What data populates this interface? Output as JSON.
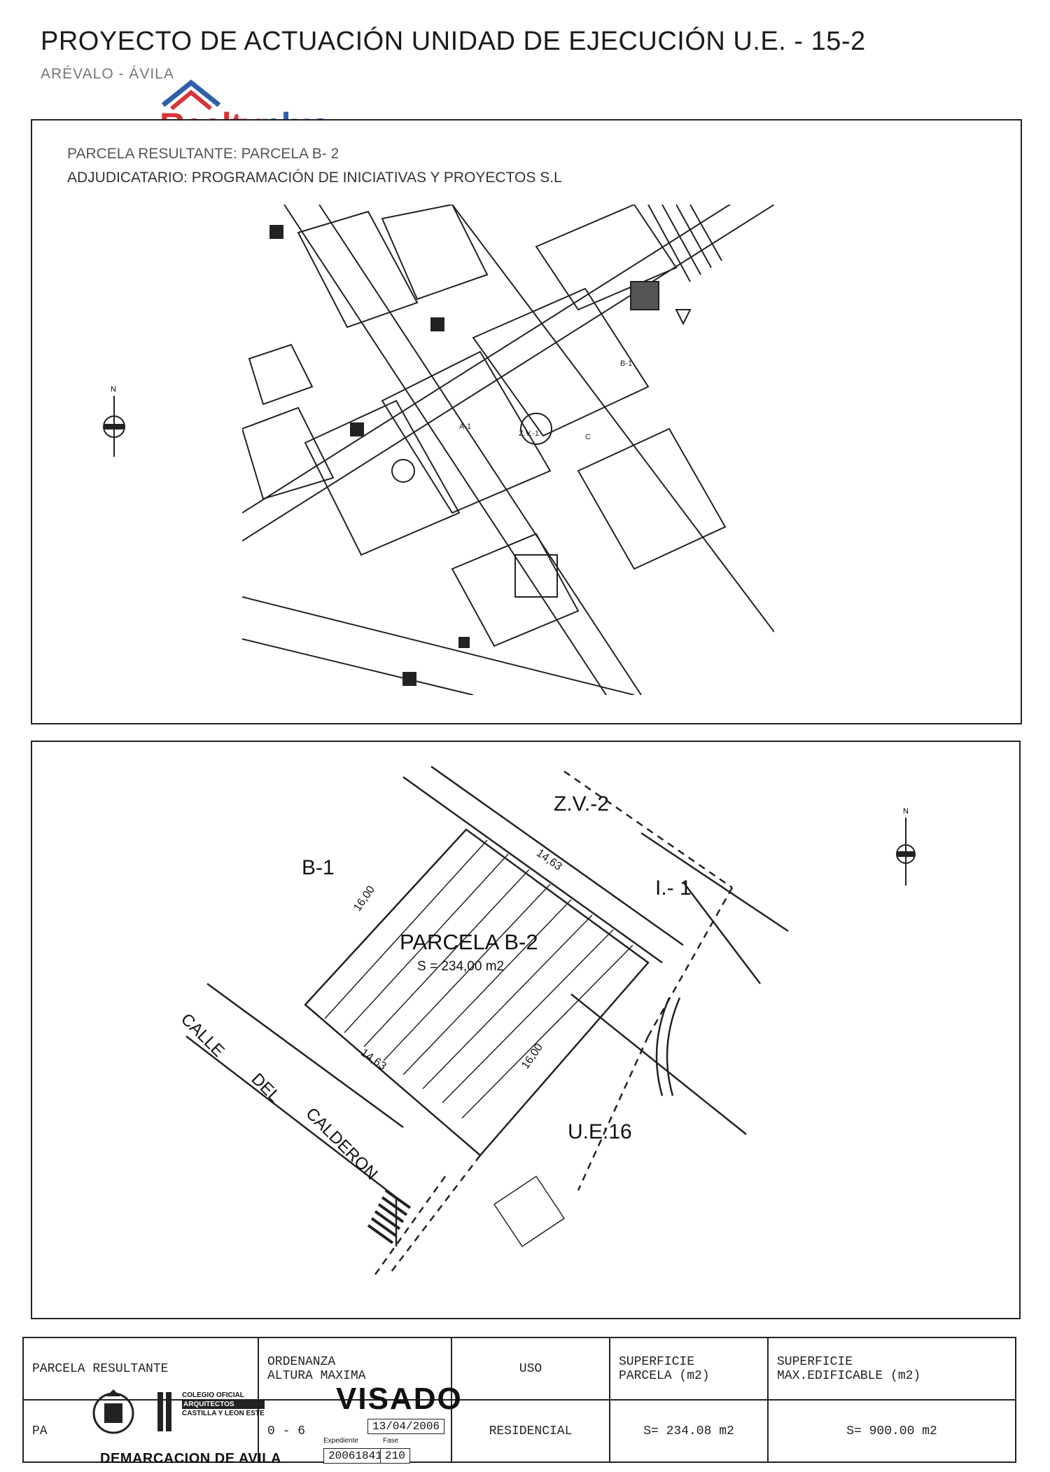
{
  "header": {
    "title": "PROYECTO DE ACTUACIÓN  UNIDAD DE EJECUCIÓN  U.E. - 15-2",
    "subtitle": "ARÉVALO - ÁVILA"
  },
  "watermark": {
    "brand": "Realtyplus"
  },
  "top_panel": {
    "parcel_line": "PARCELA RESULTANTE:     PARCELA   B- 2",
    "adjudicatario_line": "ADJUDICATARIO: PROGRAMACIÓN DE INICIATIVAS Y PROYECTOS S.L"
  },
  "detail_plan": {
    "zv": "Z.V.-2",
    "b1": "B-1",
    "i1": "I.- 1",
    "parcel_name": "PARCELA  B-2",
    "parcel_area": "S = 234,00 m2",
    "dim_top": "14,63",
    "dim_left": "16,00",
    "dim_bottom": "14,63",
    "dim_right": "16,00",
    "street_1": "CALLE",
    "street_2": "DEL",
    "street_3": "CALDERON",
    "ue": "U.E:16",
    "north": "N"
  },
  "summary_table": {
    "col_parcel": "PARCELA RESULTANTE",
    "col_ordinance_1": "ORDENANZA",
    "col_ordinance_2": "ALTURA MAXIMA",
    "col_use": "USO",
    "col_surface_1": "SUPERFICIE",
    "col_surface_2": "PARCELA (m2)",
    "col_buildable_1": "SUPERFICIE",
    "col_buildable_2": "MAX.EDIFICABLE (m2)",
    "val_parcel": "PA",
    "val_ordinance": "0 - 6",
    "val_use": "RESIDENCIAL",
    "val_surface": "S= 234.08 m2",
    "val_buildable": "S= 900.00 m2"
  },
  "stamp": {
    "visado": "VISADO",
    "college_1": "COLEGIO OFICIAL",
    "college_2": "ARQUITECTOS",
    "college_3": "CASTILLA Y LEON ESTE",
    "date": "13/04/2006",
    "expediente_label": "Expediente",
    "expediente": "20061841",
    "fase_label": "Fase",
    "fase": "210",
    "demarcacion": "DEMARCACION DE AVILA"
  }
}
